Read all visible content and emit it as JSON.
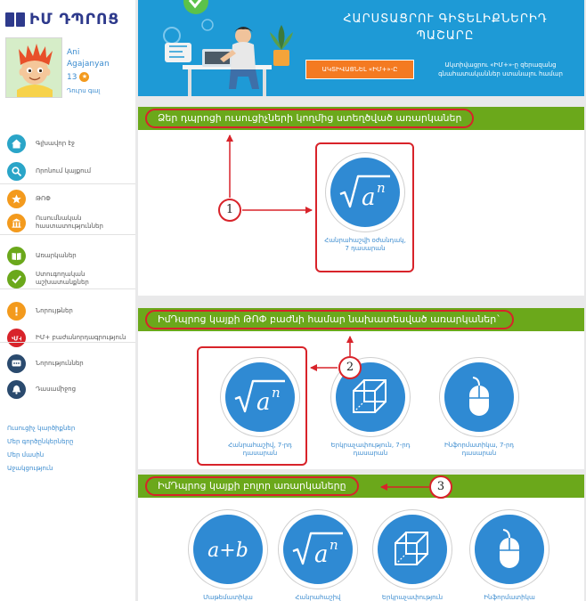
{
  "app": {
    "logo_text": "ԻՄ ԴՊՐՈՑ"
  },
  "user": {
    "first_name": "Ani",
    "last_name": "Agajanyan",
    "points": "13",
    "logout": "Դուրս գալ"
  },
  "sidebar": {
    "items": [
      {
        "label": "Գլխավոր էջ",
        "icon": "home-icon",
        "color": "#2aa5c8"
      },
      {
        "label": "Որոնում կայքում",
        "icon": "search-icon",
        "color": "#2aa5c8"
      },
      {
        "label": "ԹՈՓ",
        "icon": "star-icon",
        "color": "#f39a1d"
      },
      {
        "label": "Ուսումնական հաստատություններ",
        "icon": "building-icon",
        "color": "#f39a1d"
      },
      {
        "label": "Առարկաներ",
        "icon": "book-icon",
        "color": "#6ba81b"
      },
      {
        "label": "Ստուգողական աշխատանքներ",
        "icon": "check-icon",
        "color": "#6ba81b"
      },
      {
        "label": "Նորույթներ",
        "icon": "exclamation-icon",
        "color": "#f39a1d"
      },
      {
        "label": "ԻՄ+ բաժանորդագրություն",
        "icon": "im-plus-icon",
        "color": "#d8232a"
      },
      {
        "label": "Նորություններ",
        "icon": "chat-icon",
        "color": "#2a4a6e"
      },
      {
        "label": "Դասամիջոց",
        "icon": "bell-icon",
        "color": "#2a4a6e"
      }
    ],
    "footer_links": [
      "Ուսուցիչ կարծիքներ",
      "Մեր գործընկերները",
      "Մեր մասին",
      "Աջակցություն"
    ]
  },
  "banner": {
    "title": "ՀԱՐՍՏԱՑՐՈՒ ԳԻՏԵԼԻՔՆԵՐԻԴ ՊԱՇԱՐԸ",
    "button": "ԱԿՏԻՎԱՑՆԵԼ «ԻՄ+»-Ը",
    "promo": "Ակտիվացրու «ԻՄ+»-ը զերազանց գնահատականներ ստանալու համար"
  },
  "sections": [
    {
      "title": "Ձեր դպրոցի ուսուցիչների կողմից ստեղծված առարկաներ",
      "subjects": [
        {
          "label": "Հանրահաշվի օժանդակ, 7 դասարան",
          "icon": "sqrt-icon"
        }
      ]
    },
    {
      "title": "ԻմԴպրոց կայքի ԹՈՓ բաժնի համար նախատեսված առարկաներ`",
      "subjects": [
        {
          "label": "Հանրահաշիվ, 7-րդ դասարան",
          "icon": "sqrt-icon"
        },
        {
          "label": "Երկրաչափություն, 7-րդ դասարան",
          "icon": "cube-icon"
        },
        {
          "label": "Ինֆորմատիկա, 7-րդ դասարան",
          "icon": "mouse-icon"
        }
      ]
    },
    {
      "title": "ԻմԴպրոց կայքի բոլոր առարկաները",
      "subjects": [
        {
          "label": "Մաթեմատիկա",
          "icon": "a-plus-b-icon"
        },
        {
          "label": "Հանրահաշիվ",
          "icon": "sqrt-icon"
        },
        {
          "label": "Երկրաչափություն",
          "icon": "cube-icon"
        },
        {
          "label": "Ինֆորմատիկա",
          "icon": "mouse-icon"
        }
      ]
    }
  ],
  "callouts": [
    "1",
    "2",
    "3"
  ],
  "colors": {
    "accent_green": "#6ba81b",
    "accent_blue": "#2f8ad3",
    "annotation_red": "#d8232a"
  }
}
